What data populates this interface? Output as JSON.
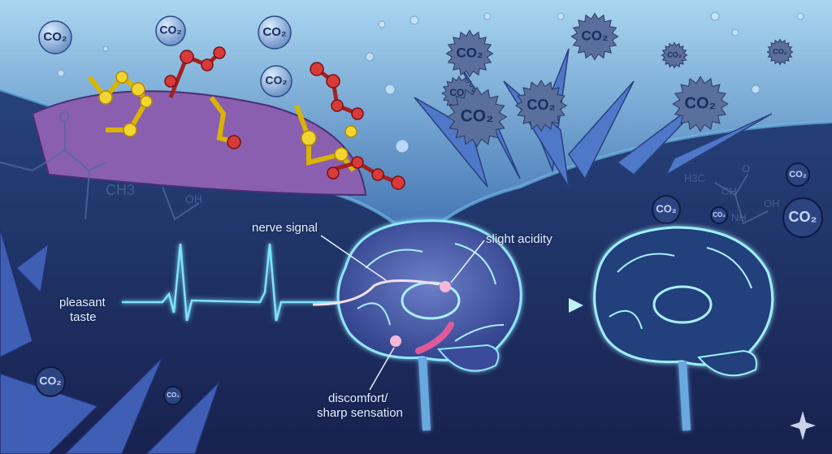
{
  "labels": {
    "nerve_signal": "nerve signal",
    "slight_acidity": "slight acidity",
    "pleasant_taste_1": "pleasant",
    "pleasant_taste_2": "taste",
    "discomfort_1": "discomfort/",
    "discomfort_2": "sharp sensation"
  },
  "co2_label": "CO₂",
  "chem_text": {
    "ch3": "CH3",
    "oh_left": "OH",
    "h3c": "H3C",
    "ch": "CH",
    "nh": "NH",
    "oh_right": "OH",
    "o1": "O",
    "o2": "O"
  },
  "colors": {
    "sky": "#8fc4e8",
    "navy": "#1b2a5e",
    "membrane": "#8a5fb0",
    "yellow_molecule": "#f2d531",
    "red_molecule": "#d83a3a",
    "glow": "#7fe3ff"
  }
}
